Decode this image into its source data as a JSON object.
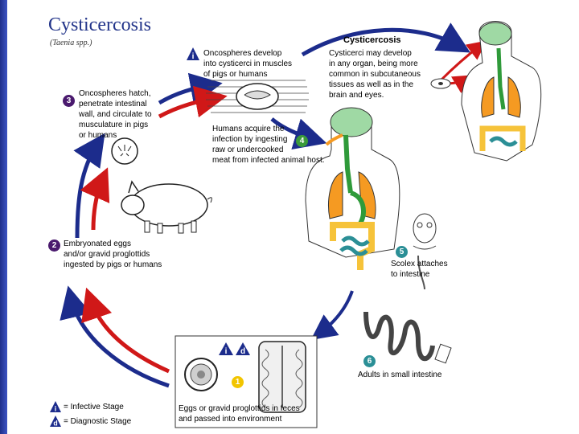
{
  "title": "Cysticercosis",
  "subtitle": "(Taenia spp.)",
  "colors": {
    "cycle_blue": "#1c2c8c",
    "cycle_red": "#d01818",
    "brain": "#9fd9a4",
    "lung": "#f59a22",
    "intestine": "#f6c33a",
    "gut_green": "#2f9a3a",
    "stage_purple": "#4a1a6e",
    "stage_teal": "#2b8f96",
    "stage_green": "#3a9a3a",
    "stage_yellow": "#f2c500"
  },
  "steps": [
    {
      "num": "1",
      "text": "Eggs or gravid proglottids in feces\nand passed into environment"
    },
    {
      "num": "2",
      "text": "Embryonated eggs\nand/or gravid proglottids\ningested by pigs or humans"
    },
    {
      "num": "3",
      "text": "Oncospheres hatch,\npenetrate intestinal\nwall, and circulate to\nmusculature in pigs\nor humans"
    },
    {
      "num": "4",
      "text": "Humans acquire the\ninfection by ingesting\nraw or undercooked\nmeat from infected animal host."
    },
    {
      "num": "5",
      "text": "Scolex attaches\nto intestine"
    },
    {
      "num": "6",
      "text": "Adults in small intestine"
    }
  ],
  "cysticerci_develop": "Oncospheres develop\ninto cysticerci in muscles\nof pigs or humans",
  "cysticercosis_box": {
    "title": "Cysticercosis",
    "text": "Cysticerci may develop\nin any organ, being more\ncommon in subcutaneous\ntissues as well as in the\nbrain and eyes."
  },
  "badges": {
    "infective": "i",
    "diagnostic": "d"
  },
  "legend": [
    {
      "icon": "i",
      "label": "= Infective Stage"
    },
    {
      "icon": "d",
      "label": "= Diagnostic Stage"
    }
  ]
}
